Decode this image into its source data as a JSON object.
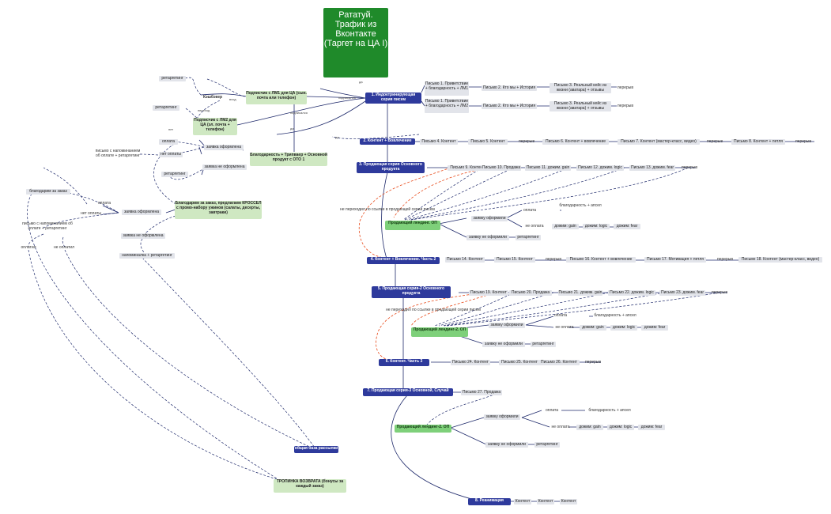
{
  "root": {
    "title": "Рататуй. Трафик из Вконтакте (Таргет на ЦА I)"
  },
  "n": {
    "retarget1": "ретаргетинг",
    "cashback": "Кэшбэкер",
    "sub_lm1": "Подписчик с ЛМ1 для ЦА (сын. почта или телефон)",
    "retarget2": "ретаргетинг",
    "sub_lm2": "Подписчик с ЛМ2 для ЦА (эл. почта + телефон)",
    "s1": "1. Индоктринирующая серия писем",
    "p1a": "Письмо 1. Приветствие + благодарность + ЛМ1",
    "p2a": "Письмо 2. Кто мы + История",
    "p3a": "Письмо 3. Реальный кейс из жизни (аватара) + отзывы",
    "pera": "перерыв",
    "p1b": "Письмо 1. Приветствие + благодарность + ЛМ2",
    "p2b": "Письмо 2. Кто мы + История",
    "p3b": "Письмо 3. Реальный кейс из жизни (аватара) + отзывы",
    "perb": "перерыв",
    "oplata1": "оплата",
    "zayavka1": "заявка оформлена",
    "reminder1": "письмо с напоминанием об оплате + ретаргетинг",
    "neoplata1": "нет оплаты",
    "thanks_tw": "Благодарность + Трипваер + Основной продукт с ОТО 1",
    "zayavka_ne1": "заявка не оформлена",
    "retarget3": "ретаргетинг",
    "s2": "2. Контент + Вовлечение",
    "p4": "Письмо 4. Контент",
    "p5": "Письмо 5. Контент",
    "per2": "перерыв",
    "p6": "Письмо 6. Контент + вовлечение",
    "p7": "Письмо 7. Контент (мастер-класс, видео)",
    "per3": "перерыв",
    "p8": "Письмо 8. Контент + петля",
    "per4": "перерыв",
    "s3": "3. Продающая серия Основного продукта",
    "p9": "Письмо 9. Контент",
    "p10": "Письмо 10. Продажа",
    "p11": "Письмо 11. дожим. gain",
    "p12": "Письмо 12. дожим. logic",
    "p13": "Письмо 13. дожим. fear",
    "per5": "перерыв",
    "blag_zakaz": "благодарим за заказ",
    "oplata2": "оплата",
    "neoplata2": "нет оплаты",
    "zayavka2": "заявка оформлена",
    "thanks_cross": "Благодарим за заказ, предлагаем КРОССЕЛ с промо-набору ужинов (салаты, десерты, завтраки)",
    "reminder2": "письмо с напоминанием об оплате + ретаргетинг",
    "oplatil": "оплатил",
    "neoplatil": "не оплатил",
    "zayavka_ne2": "заявка не оформлена",
    "napom": "напоминалка + ретаргетинг",
    "noclick1": "не переходил по ссылке в продающей серии писем",
    "land1": "Продающий лендинг. ОП",
    "zayavka3": "заявку оформили",
    "oplata3": "оплата",
    "blag_apsel1": "благодарность + апсел",
    "neoplata3": "не оплата",
    "gain1": "дожим: gain",
    "logic1": "дожим: logic",
    "fear1": "дожим: fear",
    "zayavka_ne3": "заявку не оформили",
    "retarget4": "ретаргетинг",
    "s4": "4. Контент + Вовлечение. Часть 2",
    "p14": "Письмо 14. Контент",
    "p15": "Письмо 15. Контент",
    "per6": "перерыв",
    "p16": "Письмо 16. Контент + вовлечение",
    "p17": "Письмо 17. Мотивация + петля",
    "per7": "перерыв",
    "p18": "Письмо 18. Контент (мастер-класс, видео)",
    "s5": "5. Продающая серия-2 Основного продукта",
    "p19": "Письмо 19. Контент",
    "p20": "Письмо 20. Продажа",
    "p21": "Письмо 21. дожим. gain",
    "p22": "Письмо 22. дожим. logic",
    "p23": "Письмо 23. дожим. fear",
    "per8": "перерыв",
    "noclick2": "не переходил по ссылке в продающей серии писем",
    "land2": "Продающий лендинг-2. ОП",
    "zayavka4": "заявку оформили",
    "oplata4": "оплата",
    "blag_apsel2": "благодарность + апсел",
    "neoplata4": "не оплата",
    "gain2": "дожим: gain",
    "logic2": "дожим: logic",
    "fear2": "дожим: fear",
    "zayavka_ne4": "заявку не оформили",
    "retarget5": "ретаргетинг",
    "s6": "6. Контент. Часть 3",
    "p24": "Письмо 24. Контент",
    "p25": "Письмо 25. Контент",
    "p26": "Письмо 26. Контент",
    "per9": "перерыв",
    "s7": "7. Продающая серия-3 Основной, Случай",
    "p27": "Письмо 27. Продажа",
    "land3": "Продающий лендинг-2. ОП",
    "zayavka5": "заявку оформили",
    "oplata5": "оплата",
    "blag_apsel3": "благодарность + апсел",
    "neoplata5": "не оплата",
    "gain3": "дожим: gain",
    "logic3": "дожим: logic",
    "fear3": "дожим: fear",
    "zayavka_ne5": "заявку не оформили",
    "retarget6": "ретаргетинг",
    "base": "общая база рассылки",
    "tropinka": "ТРОПИНКА ВОЗВРАТА (бонусы за каждый заказ)",
    "s8": "8. Реанимация",
    "k1": "Контент",
    "k2": "Контент",
    "k3": "Контент"
  },
  "edge_labels": {
    "vkhod": "вход",
    "perehod": "переход",
    "net": "нет",
    "da1": "да",
    "podpisalsya1": "подписался",
    "podpisalsya2": "подписался",
    "da2": "да",
    "da3": "да"
  }
}
